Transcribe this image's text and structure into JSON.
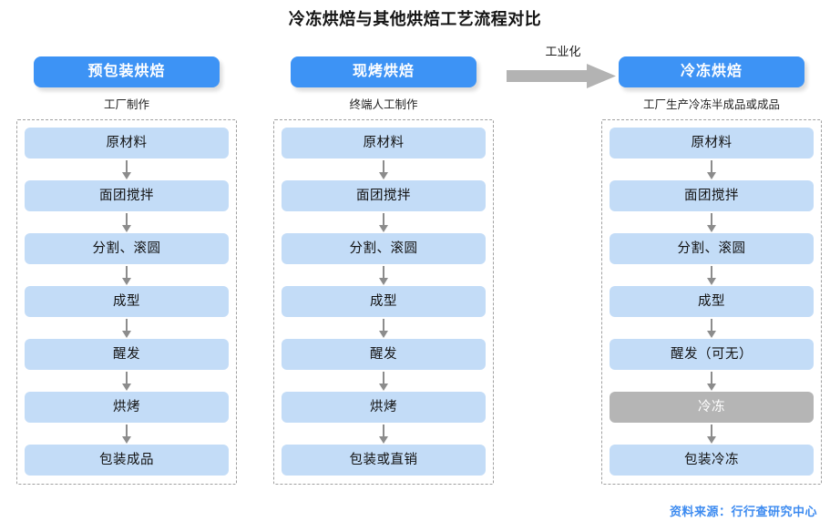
{
  "title": "冷冻烘焙与其他烘焙工艺流程对比",
  "industrialization": {
    "label": "工业化",
    "icon": "right-block-arrow-icon",
    "color": "#b3b3b3"
  },
  "source_note": "资料来源：行行查研究中心",
  "colors": {
    "pill": "#3d93f5",
    "step": "#c3dcf7",
    "frozen_step": "#b5b5b5",
    "arrow": "#8c8c8c",
    "dash_border": "#a0a0a0",
    "source_text": "#3d8bf0"
  },
  "columns": [
    {
      "header": "预包装烘焙",
      "subtitle": "工厂制作",
      "steps": [
        {
          "label": "原材料",
          "highlight": false
        },
        {
          "label": "面团搅拌",
          "highlight": false
        },
        {
          "label": "分割、滚圆",
          "highlight": false
        },
        {
          "label": "成型",
          "highlight": false
        },
        {
          "label": "醒发",
          "highlight": false
        },
        {
          "label": "烘烤",
          "highlight": false
        },
        {
          "label": "包装成品",
          "highlight": false
        }
      ]
    },
    {
      "header": "现烤烘焙",
      "subtitle": "终端人工制作",
      "steps": [
        {
          "label": "原材料",
          "highlight": false
        },
        {
          "label": "面团搅拌",
          "highlight": false
        },
        {
          "label": "分割、滚圆",
          "highlight": false
        },
        {
          "label": "成型",
          "highlight": false
        },
        {
          "label": "醒发",
          "highlight": false
        },
        {
          "label": "烘烤",
          "highlight": false
        },
        {
          "label": "包装或直销",
          "highlight": false
        }
      ]
    },
    {
      "header": "冷冻烘焙",
      "subtitle": "工厂生产冷冻半成品或成品",
      "steps": [
        {
          "label": "原材料",
          "highlight": false
        },
        {
          "label": "面团搅拌",
          "highlight": false
        },
        {
          "label": "分割、滚圆",
          "highlight": false
        },
        {
          "label": "成型",
          "highlight": false
        },
        {
          "label": "醒发（可无）",
          "highlight": false
        },
        {
          "label": "冷冻",
          "highlight": true
        },
        {
          "label": "包装冷冻",
          "highlight": false
        }
      ]
    }
  ]
}
